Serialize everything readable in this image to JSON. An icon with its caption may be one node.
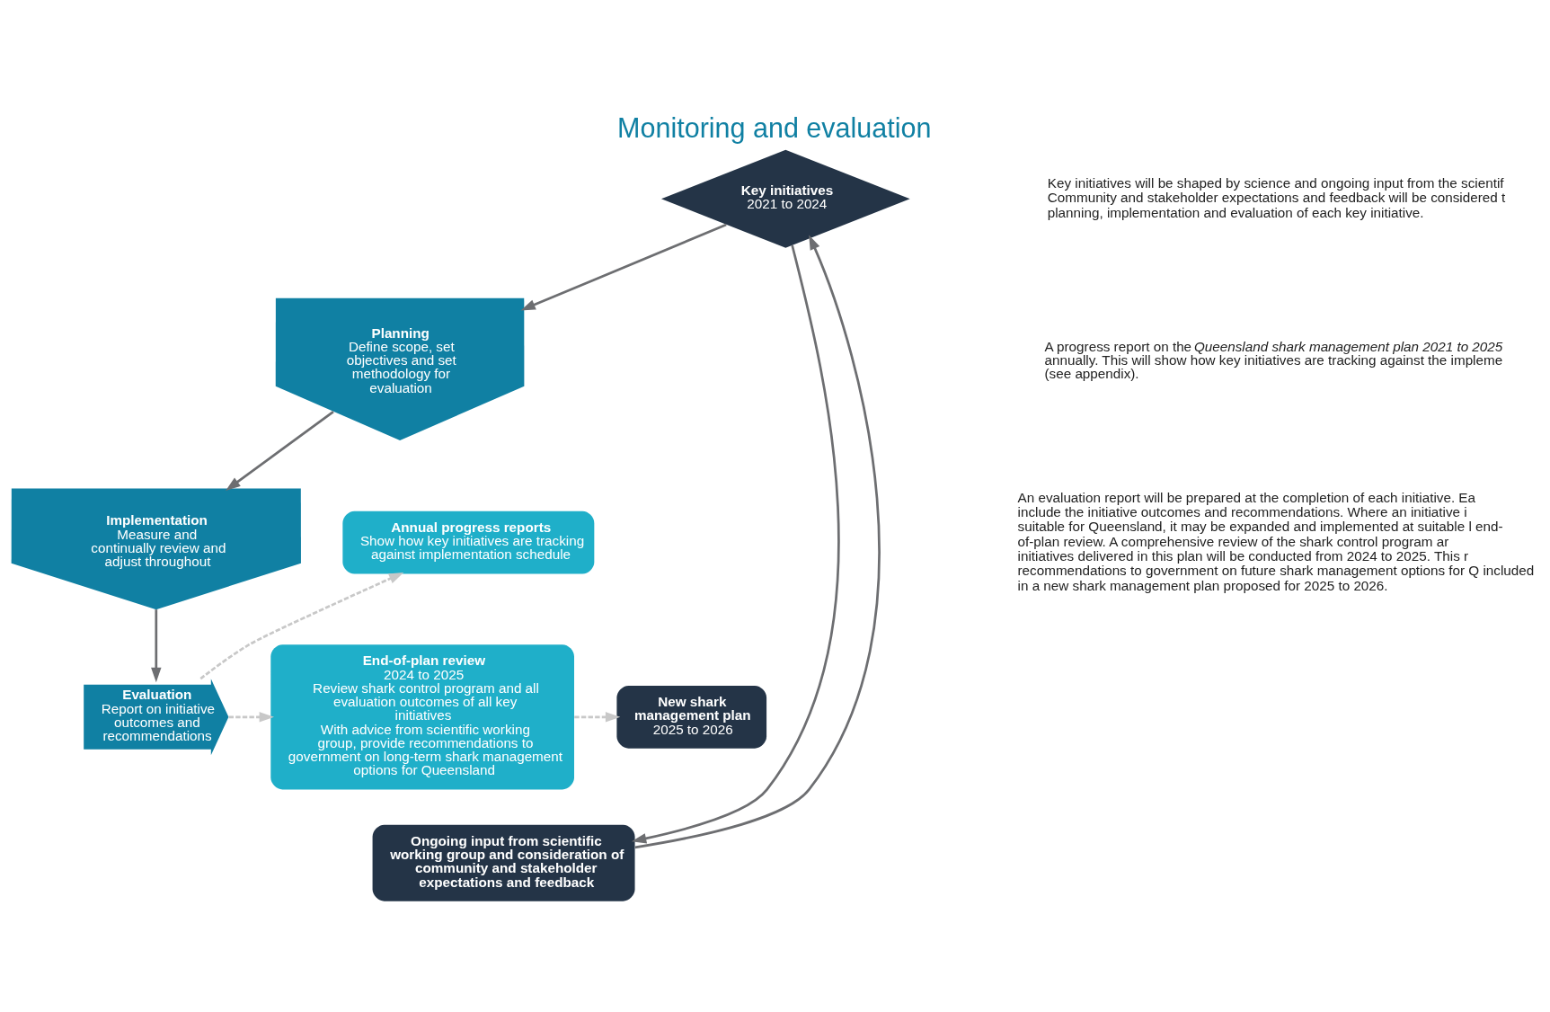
{
  "diagram": {
    "title": "Monitoring and evaluation",
    "nodes": [
      {
        "text": [
          "Key initiatives",
          "2021 to 2024"
        ]
      },
      {
        "text": [
          "Planning",
          "Define scope, set objectives and set methodology for evaluation"
        ]
      },
      {
        "text": [
          "Implementation",
          "Measure and continually review and adjust throughout"
        ]
      },
      {
        "text": [
          "Evaluation",
          "Report on initiative outcomes and recommendations"
        ]
      },
      {
        "text": [
          "Ongoing input from scientific working group and consideration of community and stakeholder expectations and feedback"
        ]
      },
      {
        "text": [
          "Annual progress reports",
          "Show how key initiatives are tracking against implementation schedule"
        ]
      },
      {
        "text": [
          "End-of-plan review",
          "2024 to 2025",
          "Review shark control program and all evaluation outcomes of all key initiatives",
          "With advice from scientific working group, provide recommendations to government on long-term shark management options for Queensland"
        ]
      },
      {
        "text": [
          "New shark management plan",
          "2025 to 2026"
        ]
      }
    ],
    "edges": [
      {
        "from": 0,
        "to": 1,
        "arrow": "to"
      },
      {
        "from": 1,
        "to": 2,
        "arrow": "to"
      },
      {
        "from": 2,
        "to": 3,
        "arrow": "to"
      },
      {
        "from": 0,
        "to": 4,
        "arrow": "to",
        "color": "#6d6e71"
      },
      {
        "from": 4,
        "to": 0,
        "arrow": "to",
        "color": "#6d6e71"
      },
      {
        "from": 3,
        "to": 5,
        "arrow": "to",
        "style": "dashed",
        "color": "#c8c8c8"
      },
      {
        "from": 3,
        "to": 6,
        "arrow": "to",
        "style": "dashed",
        "color": "#c8c8c8"
      },
      {
        "from": 6,
        "to": 7,
        "arrow": "to",
        "style": "dashed",
        "color": "#c8c8c8"
      }
    ],
    "labels": [
      "Key initiatives will be shaped by science and ongoing input from the scientif Community and stakeholder expectations and feedback will be considered t planning, implementation and evaluation of each key initiative.",
      "A progress report on the *Queensland shark management plan 2021 to 2025* annually. This will show how key initiatives are tracking against the impleme (see appendix).",
      "An evaluation report will be prepared at the completion of each initiative. Ea include the initiative outcomes and recommendations. Where an initiative i suitable for Queensland, it may be expanded and implemented at suitable l end-of-plan review. A comprehensive review of the shark control program ar initiatives delivered in this plan will be conducted from 2024 to 2025. This r recommendations to government on future shark management options for Q included in a new shark management plan proposed for 2025 to 2026."
    ]
  }
}
